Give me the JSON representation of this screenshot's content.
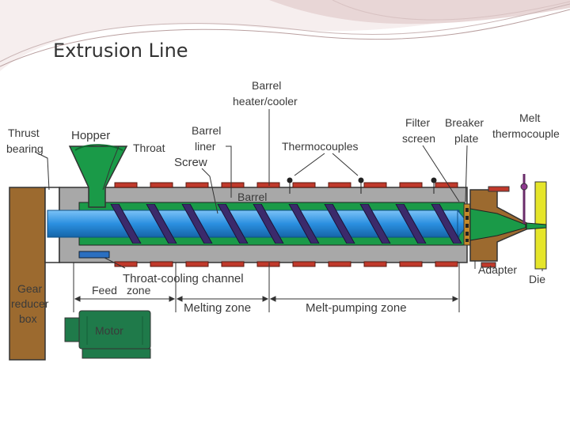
{
  "slide": {
    "title": "Extrusion Line"
  },
  "diagram": {
    "labels": {
      "thrust_bearing_1": "Thrust",
      "thrust_bearing_2": "bearing",
      "hopper": "Hopper",
      "throat": "Throat",
      "barrel_liner_1": "Barrel",
      "barrel_liner_2": "liner",
      "screw": "Screw",
      "heater_1": "Barrel",
      "heater_2": "heater/cooler",
      "thermocouples": "Thermocouples",
      "barrel": "Barrel",
      "filter_1": "Filter",
      "filter_2": "screen",
      "breaker_1": "Breaker",
      "breaker_2": "plate",
      "melt_1": "Melt",
      "melt_2": "thermocouple",
      "gear_1": "Gear",
      "gear_2": "reducer",
      "gear_3": "box",
      "motor": "Motor",
      "throat_cooling": "Throat-cooling  channel",
      "feed_zone_1": "Feed",
      "feed_zone_2": "zone",
      "melting_zone": "Melting  zone",
      "melt_pumping_zone": "Melt-pumping  zone",
      "adapter": "Adapter",
      "die": "Die"
    },
    "colors": {
      "gearbox": "#9c6a2f",
      "barrel": "#a8a8a8",
      "green": "#1a9a48",
      "screw": "#2b8fe0",
      "heater": "#c0392b",
      "die": "#e5e52a",
      "motor": "#1f7a4a",
      "outline": "#333333"
    }
  }
}
